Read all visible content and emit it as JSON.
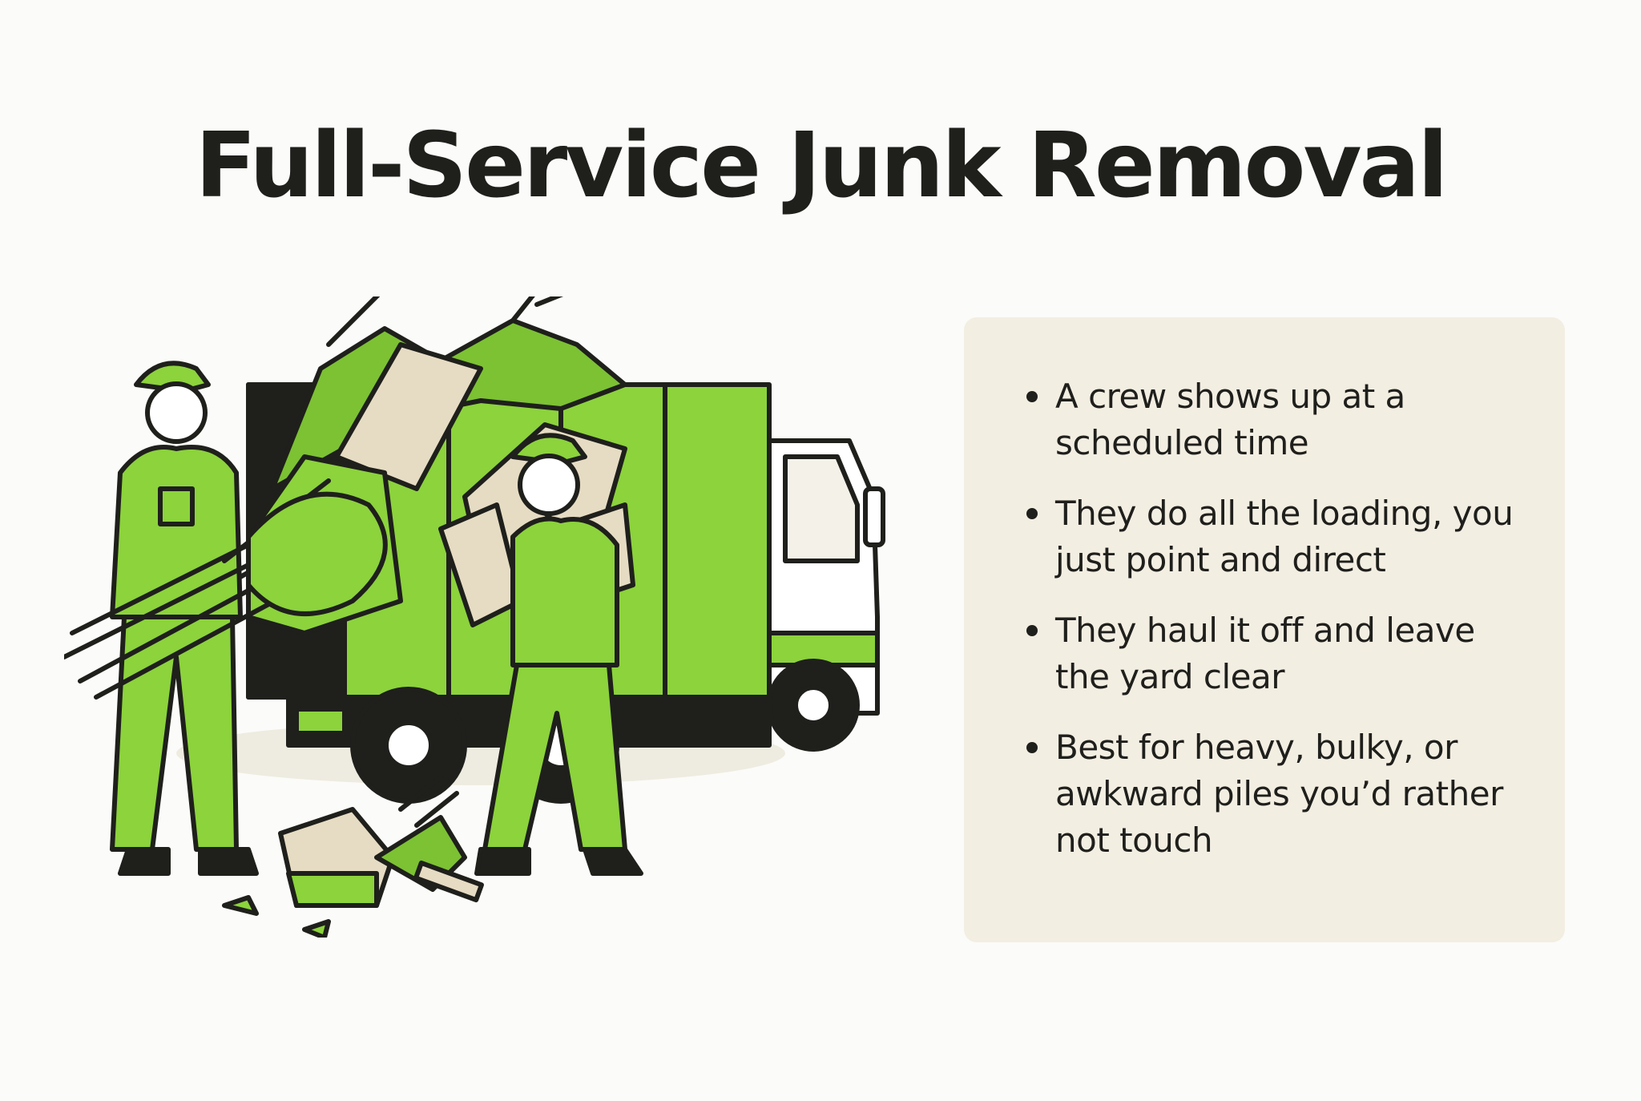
{
  "title": "Full-Service Junk Removal",
  "colors": {
    "accent_green": "#8cd33c",
    "outline": "#1f1f1c",
    "panel_bg": "#f3eee2",
    "page_bg": "#fbfbf9"
  },
  "illustration": {
    "icon": "junk-removal-crew-with-truck-illustration"
  },
  "bullets": [
    {
      "text": "A crew shows up at a scheduled time"
    },
    {
      "text": "They do all the loading, you just point and direct"
    },
    {
      "text": "They haul it off and leave the yard clear"
    },
    {
      "text": "Best for heavy, bulky, or awkward piles you’d rather not touch"
    }
  ]
}
